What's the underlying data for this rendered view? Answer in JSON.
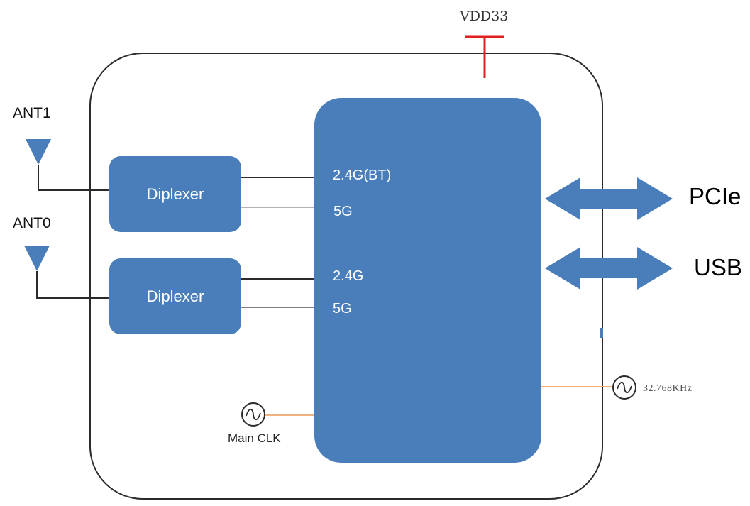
{
  "power": {
    "label": "VDD33",
    "color": "#e02020"
  },
  "antennas": [
    {
      "label": "ANT1"
    },
    {
      "label": "ANT0"
    }
  ],
  "diplexers": [
    {
      "label": "Diplexer"
    },
    {
      "label": "Diplexer"
    }
  ],
  "chip_ports": [
    {
      "label": "2.4G(BT)"
    },
    {
      "label": "5G"
    },
    {
      "label": "2.4G"
    },
    {
      "label": "5G"
    }
  ],
  "interfaces": [
    {
      "label": "PCIe"
    },
    {
      "label": "USB"
    }
  ],
  "clocks": {
    "main": {
      "label": "Main CLK"
    },
    "rtc": {
      "label": "32.768KHz"
    }
  },
  "colors": {
    "block_fill": "#4a7ebb",
    "clock_line": "#f0b080",
    "outline": "#2b2b2b"
  }
}
